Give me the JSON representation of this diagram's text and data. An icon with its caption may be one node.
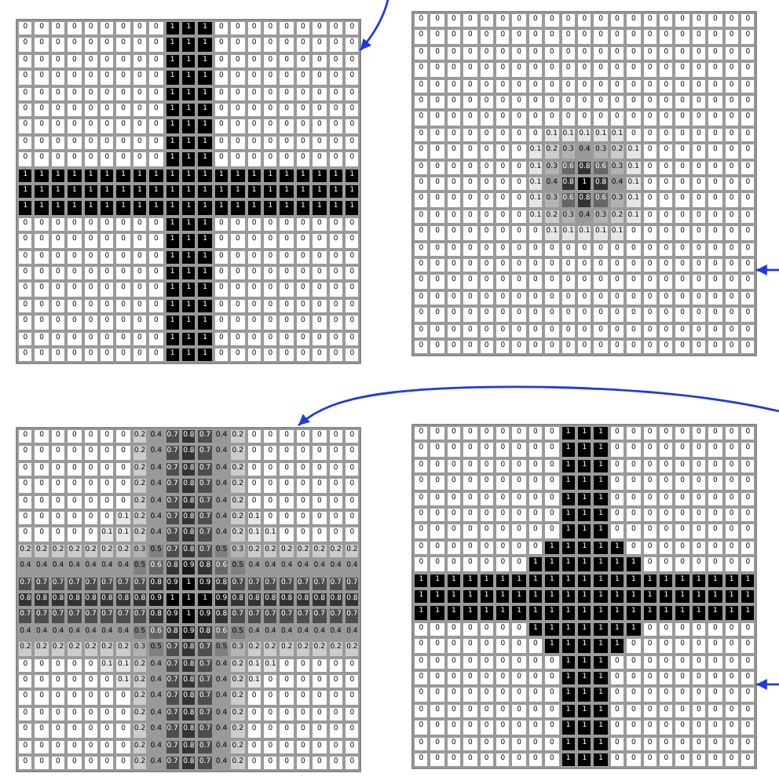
{
  "diagram": {
    "nodes": [
      {
        "text": [
          "0 0 0 0 0 0 0 0 0 1 1 1 0 0 0 0 0 0 0 0 0",
          "0 0 0 0 0 0 0 0 0 1 1 1 0 0 0 0 0 0 0 0 0",
          "0 0 0 0 0 0 0 0 0 1 1 1 0 0 0 0 0 0 0 0 0",
          "0 0 0 0 0 0 0 0 0 1 1 1 0 0 0 0 0 0 0 0 0",
          "0 0 0 0 0 0 0 0 0 1 1 1 0 0 0 0 0 0 0 0 0",
          "0 0 0 0 0 0 0 0 0 1 1 1 0 0 0 0 0 0 0 0 0",
          "0 0 0 0 0 0 0 0 0 1 1 1 0 0 0 0 0 0 0 0 0",
          "0 0 0 0 0 0 0 0 0 1 1 1 0 0 0 0 0 0 0 0 0",
          "0 0 0 0 0 0 0 0 0 1 1 1 0 0 0 0 0 0 0 0 0",
          "1 1 1 1 1 1 1 1 1 1 1 1 1 1 1 1 1 1 1 1 1",
          "1 1 1 1 1 1 1 1 1 1 1 1 1 1 1 1 1 1 1 1 1",
          "1 1 1 1 1 1 1 1 1 1 1 1 1 1 1 1 1 1 1 1 1",
          "0 0 0 0 0 0 0 0 0 1 1 1 0 0 0 0 0 0 0 0 0",
          "0 0 0 0 0 0 0 0 0 1 1 1 0 0 0 0 0 0 0 0 0",
          "0 0 0 0 0 0 0 0 0 1 1 1 0 0 0 0 0 0 0 0 0",
          "0 0 0 0 0 0 0 0 0 1 1 1 0 0 0 0 0 0 0 0 0",
          "0 0 0 0 0 0 0 0 0 1 1 1 0 0 0 0 0 0 0 0 0",
          "0 0 0 0 0 0 0 0 0 1 1 1 0 0 0 0 0 0 0 0 0",
          "0 0 0 0 0 0 0 0 0 1 1 1 0 0 0 0 0 0 0 0 0",
          "0 0 0 0 0 0 0 0 0 1 1 1 0 0 0 0 0 0 0 0 0",
          "0 0 0 0 0 0 0 0 0 1 1 1 0 0 0 0 0 0 0 0 0"
        ]
      },
      {
        "text": [
          "0 0 0 0 0 0 0 0 0 0 0 0 0 0 0 0 0 0 0 0 0",
          "0 0 0 0 0 0 0 0 0 0 0 0 0 0 0 0 0 0 0 0 0",
          "0 0 0 0 0 0 0 0 0 0 0 0 0 0 0 0 0 0 0 0 0",
          "0 0 0 0 0 0 0 0 0 0 0 0 0 0 0 0 0 0 0 0 0",
          "0 0 0 0 0 0 0 0 0 0 0 0 0 0 0 0 0 0 0 0 0",
          "0 0 0 0 0 0 0 0 0 0 0 0 0 0 0 0 0 0 0 0 0",
          "0 0 0 0 0 0 0 0 0 0 0 0 0 0 0 0 0 0 0 0 0",
          "0 0 0 0 0 0 0 0 0.1 0.1 0.1 0.1 0.1 0 0 0 0 0 0 0 0",
          "0 0 0 0 0 0 0 0.1 0.2 0.3 0.4 0.3 0.2 0.1 0 0 0 0 0 0 0",
          "0 0 0 0 0 0 0 0.1 0.3 0.6 0.8 0.6 0.3 0.1 0 0 0 0 0 0 0",
          "0 0 0 0 0 0 0 0.1 0.4 0.8 1 0.8 0.4 0.1 0 0 0 0 0 0 0",
          "0 0 0 0 0 0 0 0.1 0.3 0.6 0.8 0.6 0.3 0.1 0 0 0 0 0 0 0",
          "0 0 0 0 0 0 0 0.1 0.2 0.3 0.4 0.3 0.2 0.1 0 0 0 0 0 0 0",
          "0 0 0 0 0 0 0 0 0.1 0.1 0.1 0.1 0.1 0 0 0 0 0 0 0 0",
          "0 0 0 0 0 0 0 0 0 0 0 0 0 0 0 0 0 0 0 0 0",
          "0 0 0 0 0 0 0 0 0 0 0 0 0 0 0 0 0 0 0 0 0",
          "0 0 0 0 0 0 0 0 0 0 0 0 0 0 0 0 0 0 0 0 0",
          "0 0 0 0 0 0 0 0 0 0 0 0 0 0 0 0 0 0 0 0 0",
          "0 0 0 0 0 0 0 0 0 0 0 0 0 0 0 0 0 0 0 0 0",
          "0 0 0 0 0 0 0 0 0 0 0 0 0 0 0 0 0 0 0 0 0",
          "0 0 0 0 0 0 0 0 0 0 0 0 0 0 0 0 0 0 0 0 0"
        ]
      },
      {
        "text": [
          "0 0 0 0 0 0 0 0.2 0.4 0.7 0.8 0.7 0.4 0.2 0 0 0 0 0 0 0",
          "0 0 0 0 0 0 0 0.2 0.4 0.7 0.8 0.7 0.4 0.2 0 0 0 0 0 0 0",
          "0 0 0 0 0 0 0 0.2 0.4 0.7 0.8 0.7 0.4 0.2 0 0 0 0 0 0 0",
          "0 0 0 0 0 0 0 0.2 0.4 0.7 0.8 0.7 0.4 0.2 0 0 0 0 0 0 0",
          "0 0 0 0 0 0 0 0.2 0.4 0.7 0.8 0.7 0.4 0.2 0 0 0 0 0 0 0",
          "0 0 0 0 0 0 0.1 0.2 0.4 0.7 0.8 0.7 0.4 0.2 0.1 0 0 0 0 0 0",
          "0 0 0 0 0 0.1 0.1 0.2 0.4 0.7 0.8 0.7 0.4 0.2 0.1 0.1 0 0 0 0 0",
          "0.2 0.2 0.2 0.2 0.2 0.2 0.2 0.3 0.5 0.7 0.8 0.7 0.5 0.3 0.2 0.2 0.2 0.2 0.2 0.2 0.2",
          "0.4 0.4 0.4 0.4 0.4 0.4 0.4 0.5 0.6 0.8 0.9 0.8 0.6 0.5 0.4 0.4 0.4 0.4 0.4 0.4 0.4",
          "0.7 0.7 0.7 0.7 0.7 0.7 0.7 0.7 0.8 0.9 1 0.9 0.8 0.7 0.7 0.7 0.7 0.7 0.7 0.7 0.7",
          "0.8 0.8 0.8 0.8 0.8 0.8 0.8 0.8 0.9 1 1 1 0.9 0.8 0.8 0.8 0.8 0.8 0.8 0.8 0.8",
          "0.7 0.7 0.7 0.7 0.7 0.7 0.7 0.7 0.8 0.9 1 0.9 0.8 0.7 0.7 0.7 0.7 0.7 0.7 0.7 0.7",
          "0.4 0.4 0.4 0.4 0.4 0.4 0.4 0.5 0.6 0.8 0.9 0.8 0.6 0.5 0.4 0.4 0.4 0.4 0.4 0.4 0.4",
          "0.2 0.2 0.2 0.2 0.2 0.2 0.2 0.3 0.5 0.7 0.8 0.7 0.5 0.3 0.2 0.2 0.2 0.2 0.2 0.2 0.2",
          "0 0 0 0 0 0.1 0.1 0.2 0.4 0.7 0.8 0.7 0.4 0.2 0.1 0.1 0 0 0 0 0",
          "0 0 0 0 0 0 0.1 0.2 0.4 0.7 0.8 0.7 0.4 0.2 0.1 0 0 0 0 0 0",
          "0 0 0 0 0 0 0 0.2 0.4 0.7 0.8 0.7 0.4 0.2 0 0 0 0 0 0 0",
          "0 0 0 0 0 0 0 0.2 0.4 0.7 0.8 0.7 0.4 0.2 0 0 0 0 0 0 0",
          "0 0 0 0 0 0 0 0.2 0.4 0.7 0.8 0.7 0.4 0.2 0 0 0 0 0 0 0",
          "0 0 0 0 0 0 0 0.2 0.4 0.7 0.8 0.7 0.4 0.2 0 0 0 0 0 0 0",
          "0 0 0 0 0 0 0 0.2 0.4 0.7 0.8 0.7 0.4 0.2 0 0 0 0 0 0 0"
        ]
      },
      {
        "text": [
          "0 0 0 0 0 0 0 0 0 1 1 1 0 0 0 0 0 0 0 0 0",
          "0 0 0 0 0 0 0 0 0 1 1 1 0 0 0 0 0 0 0 0 0",
          "0 0 0 0 0 0 0 0 0 1 1 1 0 0 0 0 0 0 0 0 0",
          "0 0 0 0 0 0 0 0 0 1 1 1 0 0 0 0 0 0 0 0 0",
          "0 0 0 0 0 0 0 0 0 1 1 1 0 0 0 0 0 0 0 0 0",
          "0 0 0 0 0 0 0 0 0 1 1 1 0 0 0 0 0 0 0 0 0",
          "0 0 0 0 0 0 0 0 0 1 1 1 0 0 0 0 0 0 0 0 0",
          "0 0 0 0 0 0 0 0 1 1 1 1 1 0 0 0 0 0 0 0 0",
          "0 0 0 0 0 0 0 1 1 1 1 1 1 1 0 0 0 0 0 0 0",
          "1 1 1 1 1 1 1 1 1 1 1 1 1 1 1 1 1 1 1 1 1",
          "1 1 1 1 1 1 1 1 1 1 1 1 1 1 1 1 1 1 1 1 1",
          "1 1 1 1 1 1 1 1 1 1 1 1 1 1 1 1 1 1 1 1 1",
          "0 0 0 0 0 0 0 1 1 1 1 1 1 1 0 0 0 0 0 0 0",
          "0 0 0 0 0 0 0 0 1 1 1 1 1 0 0 0 0 0 0 0 0",
          "0 0 0 0 0 0 0 0 0 1 1 1 0 0 0 0 0 0 0 0 0",
          "0 0 0 0 0 0 0 0 0 1 1 1 0 0 0 0 0 0 0 0 0",
          "0 0 0 0 0 0 0 0 0 1 1 1 0 0 0 0 0 0 0 0 0",
          "0 0 0 0 0 0 0 0 0 1 1 1 0 0 0 0 0 0 0 0 0",
          "0 0 0 0 0 0 0 0 0 1 1 1 0 0 0 0 0 0 0 0 0",
          "0 0 0 0 0 0 0 0 0 1 1 1 0 0 0 0 0 0 0 0 0",
          "0 0 0 0 0 0 0 0 0 1 1 1 0 0 0 0 0 0 0 0 0"
        ]
      }
    ],
    "edges": [
      {
        "from": null,
        "to": 0,
        "arrow": "to"
      },
      {
        "from": null,
        "to": 1,
        "arrow": "to"
      },
      {
        "from": null,
        "to": 2,
        "arrow": "to"
      },
      {
        "from": null,
        "to": 3,
        "arrow": "to"
      }
    ]
  }
}
